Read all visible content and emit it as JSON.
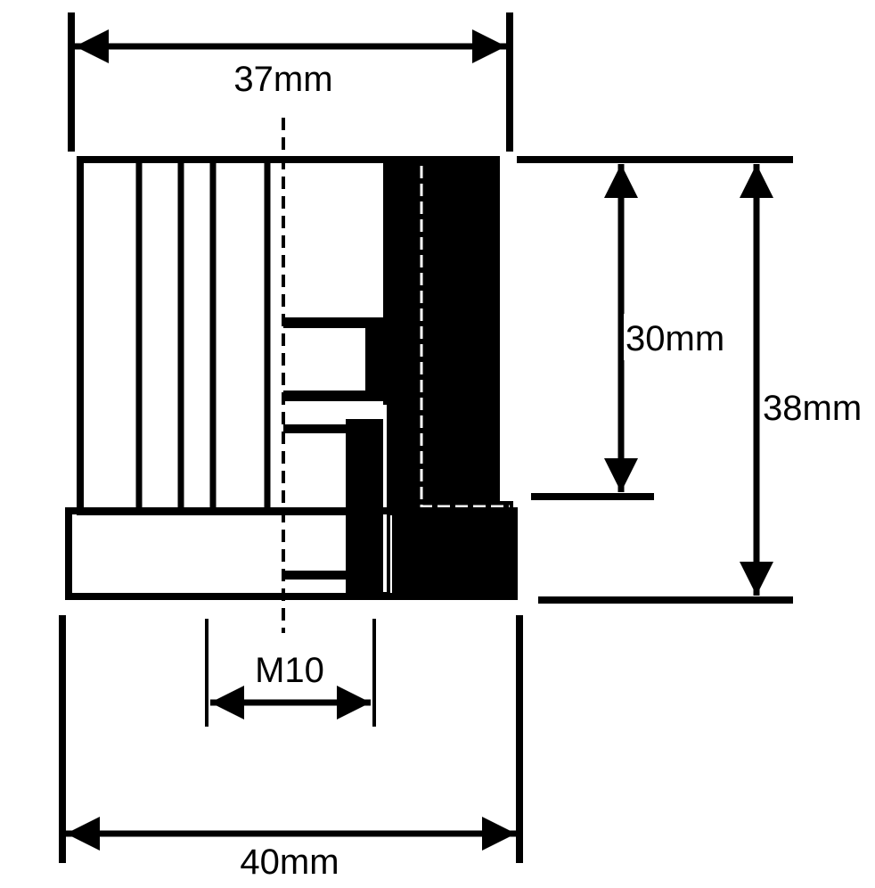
{
  "labels": {
    "top_width": "37mm",
    "bottom_width": "40mm",
    "thread": "M10",
    "inner_height": "30mm",
    "total_height": "38mm"
  },
  "colors": {
    "ink": "#000000",
    "paper": "#ffffff"
  }
}
